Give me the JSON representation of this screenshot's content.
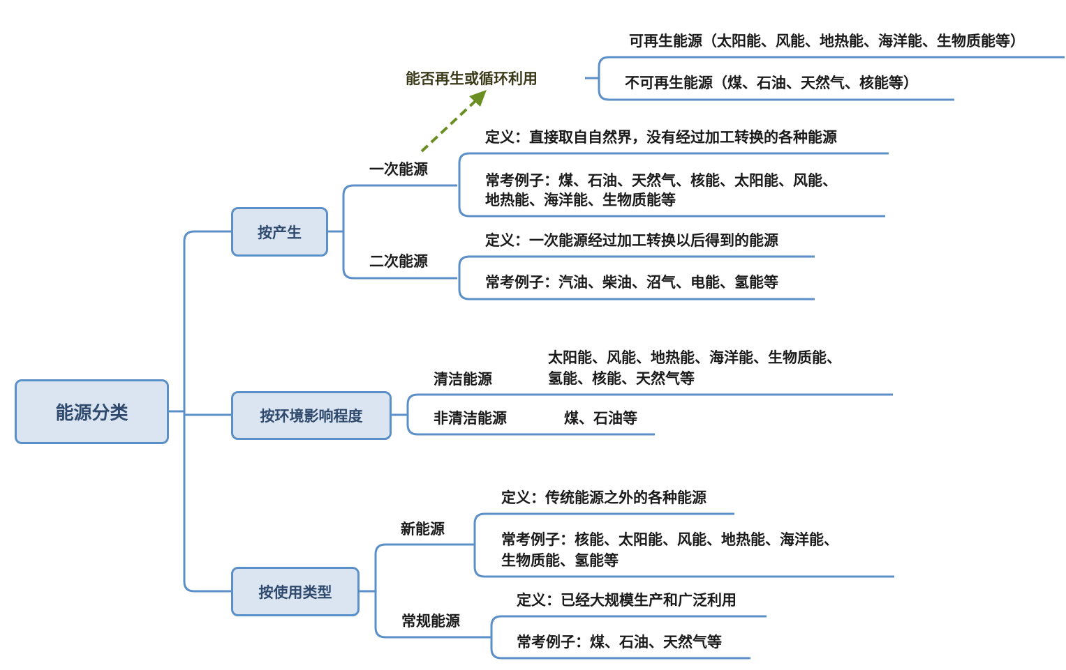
{
  "colors": {
    "line": "#5b8fc8",
    "box_fill": "#dbe5f1",
    "arrow": "#6b8e23"
  },
  "root": "能源分类",
  "categories": {
    "production": {
      "label": "按产生",
      "primary": {
        "label": "一次能源",
        "definition": "定义：直接取自自然界，没有经过加工转换的各种能源",
        "examples_line1": "常考例子：煤、石油、天然气、核能、太阳能、风能、",
        "examples_line2": "地热能、海洋能、生物质能等"
      },
      "secondary": {
        "label": "二次能源",
        "definition": "定义：一次能源经过加工转换以后得到的能源",
        "examples": "常考例子：汽油、柴油、沼气、电能、氢能等"
      },
      "renewability": {
        "label": "能否再生或循环利用",
        "renewable": "可再生能源（太阳能、风能、地热能、海洋能、生物质能等）",
        "nonrenewable": "不可再生能源（煤、石油、天然气、核能等）"
      }
    },
    "environment": {
      "label": "按环境影响程度",
      "clean": {
        "label": "清洁能源",
        "examples_line1": "太阳能、风能、地热能、海洋能、生物质能、",
        "examples_line2": "氢能、核能、天然气等"
      },
      "nonclean": {
        "label": "非清洁能源",
        "examples": "煤、石油等"
      }
    },
    "usage": {
      "label": "按使用类型",
      "new": {
        "label": "新能源",
        "definition": "定义：传统能源之外的各种能源",
        "examples_line1": "常考例子：核能、太阳能、风能、地热能、海洋能、",
        "examples_line2": "生物质能、氢能等"
      },
      "conventional": {
        "label": "常规能源",
        "definition": "定义：已经大规模生产和广泛利用",
        "examples": "常考例子：煤、石油、天然气等"
      }
    }
  }
}
